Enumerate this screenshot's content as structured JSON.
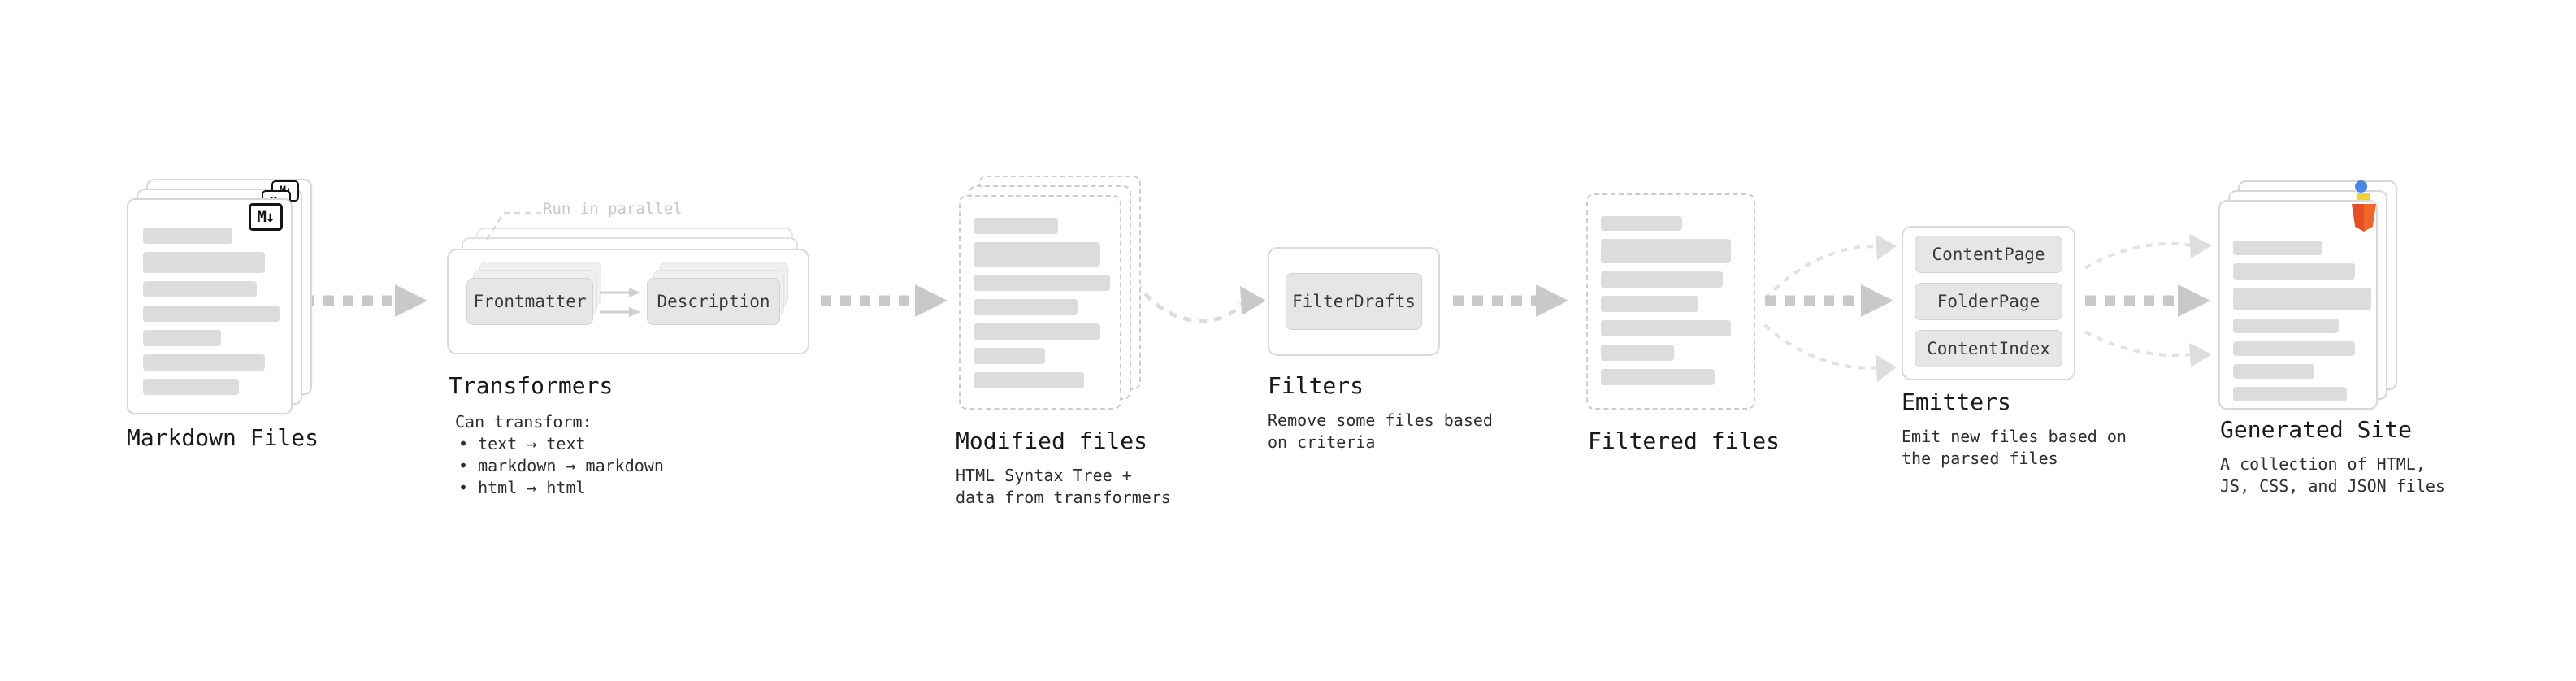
{
  "icons": {
    "markdown_badge": "M↓",
    "html5_badge": "html5-shield",
    "js_badge": "yellow-square",
    "json_badge": "blue-dot",
    "arrow": "dashed-right-arrow"
  },
  "colors": {
    "arrow": "#c9c9c9",
    "arrow_light": "#e0e0e0",
    "bar": "#dcdcdc",
    "button_bg": "#e6e6e6",
    "html5_orange": "#e44d26",
    "js_yellow": "#f2d22e",
    "json_blue": "#4a86e8"
  },
  "markdown_files": {
    "label": "Markdown Files"
  },
  "transformers": {
    "label": "Transformers",
    "parallel_note": "Run in parallel",
    "stages": [
      "Frontmatter",
      "Description"
    ],
    "caption_title": "Can transform:",
    "bullets": [
      "• text → text",
      "• markdown → markdown",
      "• html → html"
    ]
  },
  "modified_files": {
    "label": "Modified files",
    "caption": "HTML Syntax Tree +\ndata from transformers"
  },
  "filters": {
    "label": "Filters",
    "button": "FilterDrafts",
    "caption": "Remove some files based\non criteria"
  },
  "filtered_files": {
    "label": "Filtered files"
  },
  "emitters": {
    "label": "Emitters",
    "buttons": [
      "ContentPage",
      "FolderPage",
      "ContentIndex"
    ],
    "caption": "Emit new files based on\nthe parsed files"
  },
  "generated_site": {
    "label": "Generated Site",
    "caption": "A collection of HTML,\nJS, CSS, and JSON files"
  }
}
